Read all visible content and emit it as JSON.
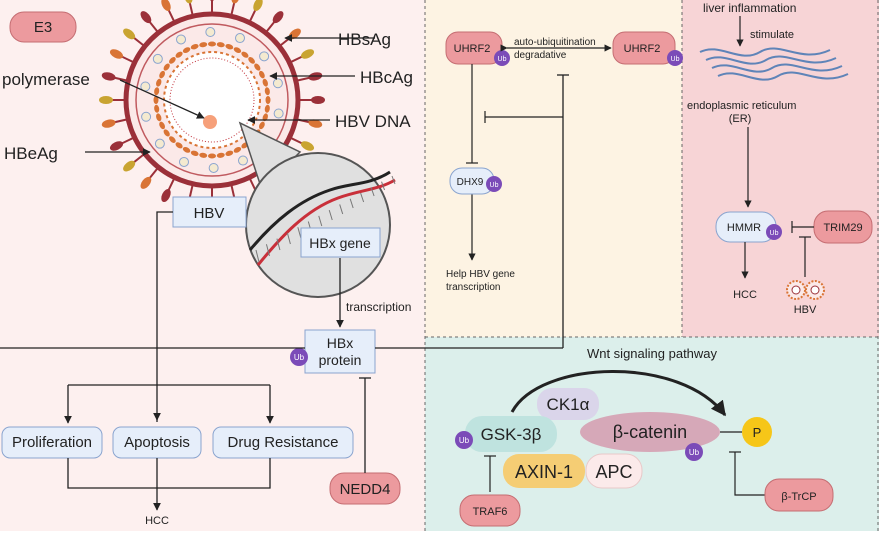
{
  "left_panel": {
    "tag": "E3",
    "virus_labels": {
      "hbsag": "HBsAg",
      "hbcag": "HBcAg",
      "polymerase": "polymerase",
      "hbv_dna": "HBV DNA",
      "hbeag": "HBeAg"
    },
    "hbv": "HBV",
    "hbx_gene": "HBx gene",
    "transcription": "transcription",
    "hbx_protein_line1": "HBx",
    "hbx_protein_line2": "protein",
    "ub": "Ub",
    "nedd4": "NEDD4",
    "outcomes": [
      "Proliferation",
      "Apoptosis",
      "Drug Resistance"
    ],
    "hcc": "HCC"
  },
  "top_middle_panel": {
    "uhrf2_left": "UHRF2",
    "uhrf2_right": "UHRF2",
    "auto_ubiquitination": "auto-ubiquitination",
    "degradative": "degradative",
    "dhx9": "DHX9",
    "help_line1": "Help HBV gene",
    "help_line2": "transcription",
    "ub": "Ub"
  },
  "top_right_panel": {
    "liver_inflammation": "liver inflammation",
    "stimulate": "stimulate",
    "er_line1": "endoplasmic reticulum",
    "er_line2": "(ER)",
    "hmmr": "HMMR",
    "trim29": "TRIM29",
    "hcc": "HCC",
    "hbv": "HBV",
    "ub": "Ub"
  },
  "bottom_right_panel": {
    "title": "Wnt signaling pathway",
    "ck1a": "CK1α",
    "gsk3b": "GSK-3β",
    "beta_catenin": "β-catenin",
    "p": "P",
    "axin1": "AXIN-1",
    "apc": "APC",
    "traf6": "TRAF6",
    "btrcp": "β-TrCP",
    "ub": "Ub"
  },
  "colors": {
    "left_bg": "#fdf0ef",
    "top_middle_bg": "#fdf3e3",
    "top_right_bg": "#f7d4d6",
    "bottom_right_bg": "#dcefeb",
    "pink_box": "#ec9a9e",
    "blue_box": "#e6eefa",
    "ub_purple": "#7b4bb8",
    "virus_red": "#9b3039",
    "capsid_orange": "#d97435",
    "p_yellow": "#f6c618",
    "axin_yellow": "#f5cd74",
    "gsk_teal": "#bfe3df",
    "ck1_lilac": "#dad5ea",
    "catenin_mauve": "#d6a8b8"
  }
}
